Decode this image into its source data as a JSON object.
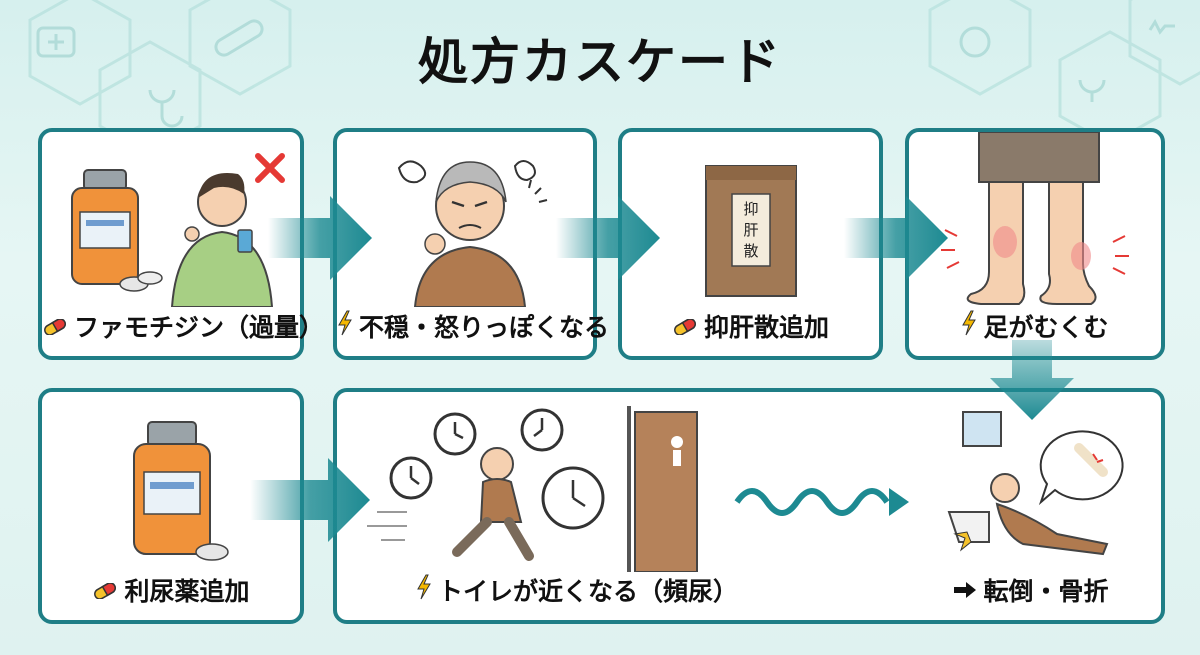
{
  "title": "処方カスケード",
  "steps": [
    {
      "label": "ファモチジン（過量）",
      "icon": "pill-icon"
    },
    {
      "label": "不穏・怒りっぽくなる",
      "icon": "lightning-icon"
    },
    {
      "label": "抑肝散追加",
      "icon": "pill-icon",
      "packet_text": "抑肝散"
    },
    {
      "label": "足がむくむ",
      "icon": "lightning-icon"
    },
    {
      "label": "利尿薬追加",
      "icon": "pill-icon"
    },
    {
      "label": "トイレが近くなる（頻尿）",
      "icon": "lightning-icon"
    },
    {
      "label": "転倒・骨折",
      "icon": "arrow-right-icon"
    }
  ],
  "colors": {
    "border": "#1f7e86",
    "arrow": "#1d8a92",
    "pill_red": "#e53935",
    "pill_yellow": "#f5c22b",
    "bolt": "#f5b800"
  }
}
